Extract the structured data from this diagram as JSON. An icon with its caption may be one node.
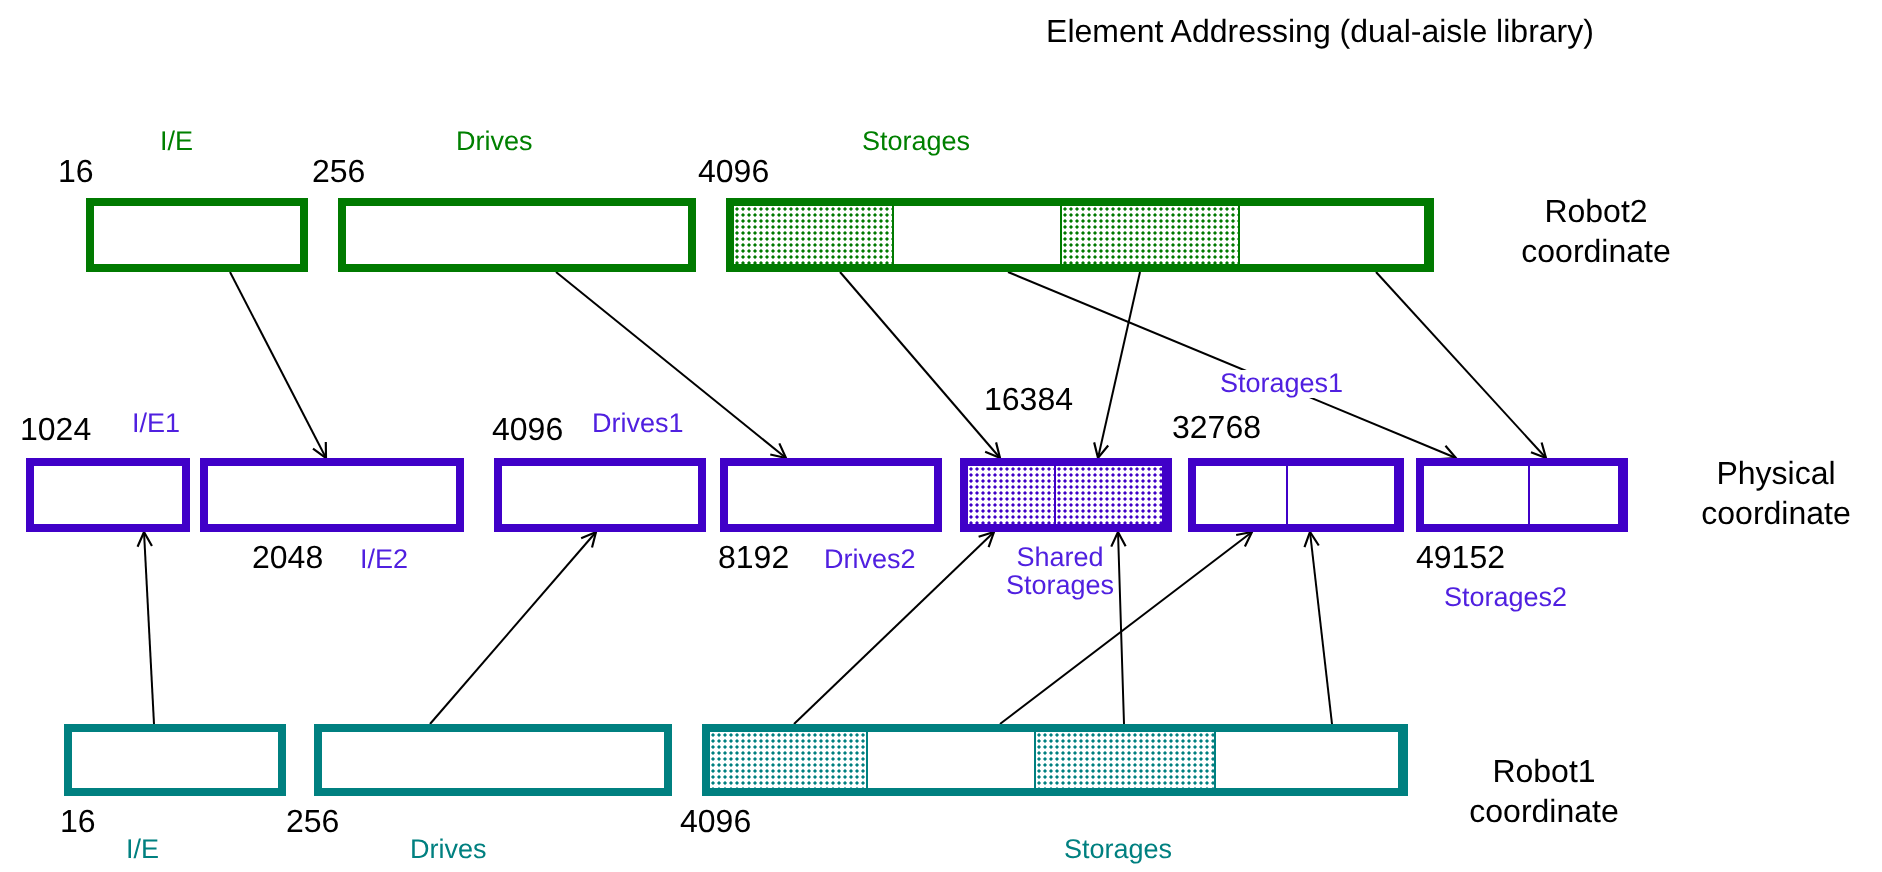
{
  "diagram": {
    "title": "Element Addressing (dual-aisle library)",
    "nodes": [
      {
        "text": [],
        "shape": "box",
        "beside": [
          "16",
          "I/E"
        ]
      },
      {
        "text": [],
        "shape": "box",
        "beside": [
          "256",
          "Drives"
        ]
      },
      {
        "text": [],
        "shape": "box",
        "beside": [
          "4096",
          "Storages"
        ]
      },
      {
        "text": [],
        "shape": "box",
        "in": 2
      },
      {
        "text": [],
        "shape": "box",
        "in": 2
      },
      {
        "text": [],
        "shape": "box",
        "in": 2
      },
      {
        "text": [],
        "shape": "box",
        "in": 2
      },
      {
        "text": [],
        "shape": "box",
        "beside": [
          "1024",
          "I/E1"
        ]
      },
      {
        "text": [],
        "shape": "box",
        "beside": [
          "2048",
          "I/E2"
        ]
      },
      {
        "text": [],
        "shape": "box",
        "beside": [
          "4096",
          "Drives1"
        ]
      },
      {
        "text": [],
        "shape": "box",
        "beside": [
          "8192",
          "Drives2"
        ]
      },
      {
        "text": [],
        "shape": "box",
        "beside": [
          "16384",
          "Shared Storages"
        ]
      },
      {
        "text": [],
        "shape": "box",
        "in": 11
      },
      {
        "text": [],
        "shape": "box",
        "in": 11
      },
      {
        "text": [],
        "shape": "box",
        "beside": [
          "32768",
          "Storages1"
        ]
      },
      {
        "text": [],
        "shape": "box",
        "in": 14
      },
      {
        "text": [],
        "shape": "box",
        "in": 14
      },
      {
        "text": [],
        "shape": "box",
        "beside": [
          "49152",
          "Storages2"
        ]
      },
      {
        "text": [],
        "shape": "box",
        "in": 17
      },
      {
        "text": [],
        "shape": "box",
        "in": 17
      },
      {
        "text": [],
        "shape": "box",
        "beside": [
          "16",
          "I/E"
        ]
      },
      {
        "text": [],
        "shape": "box",
        "beside": [
          "256",
          "Drives"
        ]
      },
      {
        "text": [],
        "shape": "box",
        "beside": [
          "4096",
          "Storages"
        ]
      },
      {
        "text": [],
        "shape": "box",
        "in": 22
      },
      {
        "text": [],
        "shape": "box",
        "in": 22
      },
      {
        "text": [],
        "shape": "box",
        "in": 22
      },
      {
        "text": [],
        "shape": "box",
        "in": 22
      }
    ],
    "edges": [
      {
        "from": 0,
        "to": 8,
        "arrow": "to"
      },
      {
        "from": 1,
        "to": 10,
        "arrow": "to"
      },
      {
        "from": 3,
        "to": 12,
        "arrow": "to"
      },
      {
        "from": 5,
        "to": 13,
        "arrow": "to"
      },
      {
        "from": 4,
        "to": 18,
        "arrow": "to"
      },
      {
        "from": 6,
        "to": 19,
        "arrow": "to"
      },
      {
        "from": 20,
        "to": 7,
        "arrow": "to"
      },
      {
        "from": 21,
        "to": 9,
        "arrow": "to"
      },
      {
        "from": 23,
        "to": 12,
        "arrow": "to"
      },
      {
        "from": 24,
        "to": 15,
        "arrow": "to"
      },
      {
        "from": 25,
        "to": 13,
        "arrow": "to"
      },
      {
        "from": 26,
        "to": 16,
        "arrow": "to"
      }
    ],
    "labels": [
      "Robot2 coordinate",
      "Physical coordinate",
      "Robot1 coordinate"
    ]
  }
}
